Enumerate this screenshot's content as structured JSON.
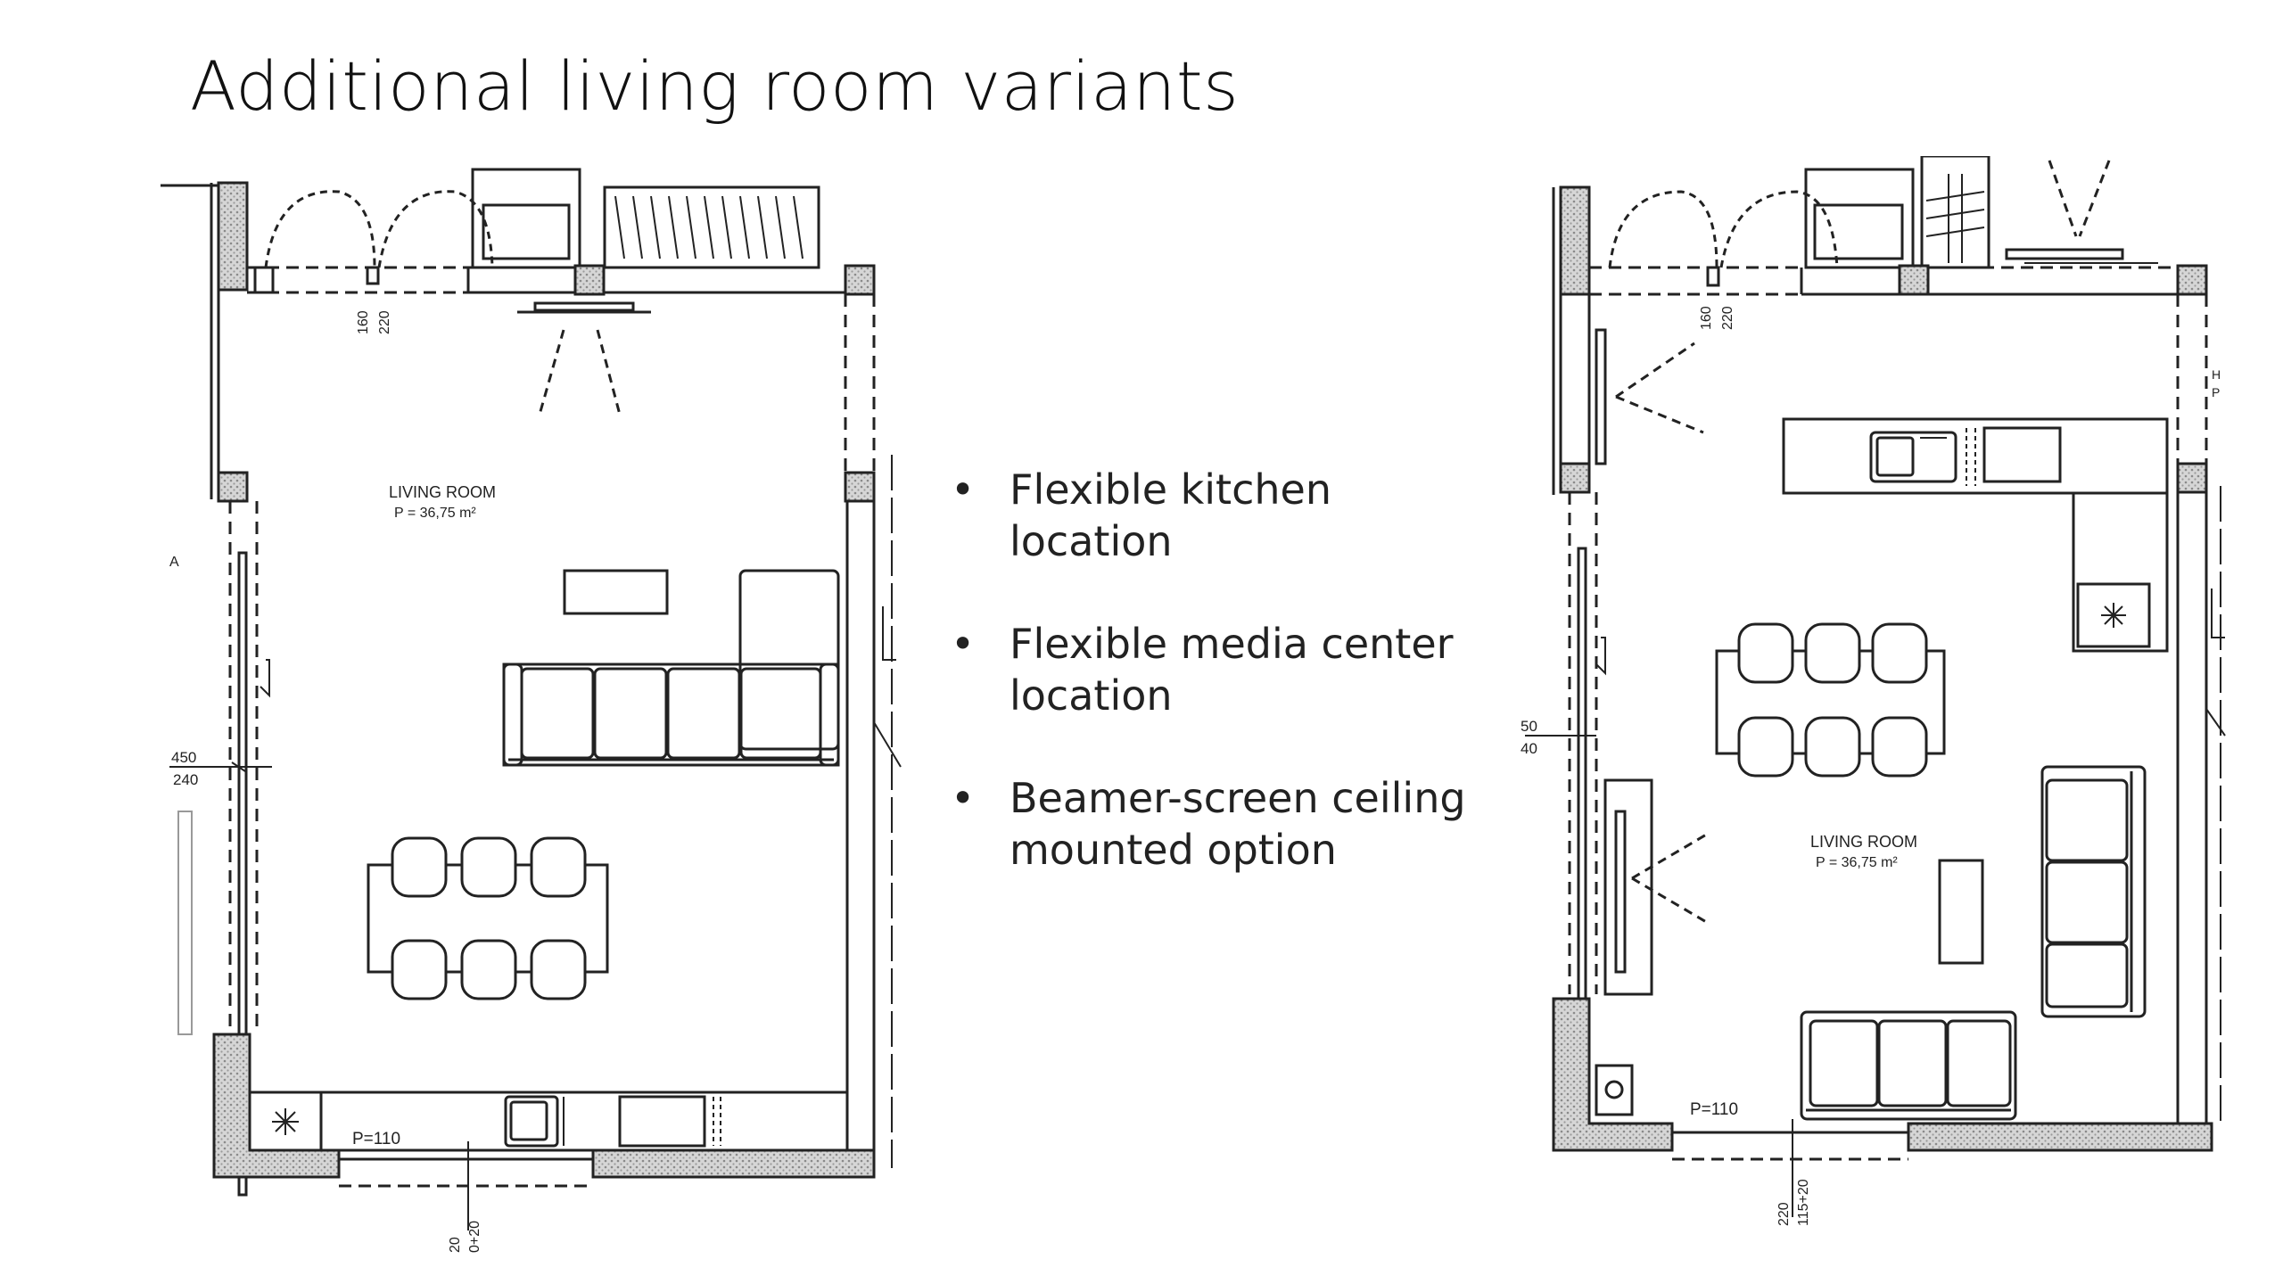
{
  "slide": {
    "title": "Additional living room variants"
  },
  "bullets": [
    {
      "text": "Flexible kitchen location"
    },
    {
      "text": "Flexible media center location"
    },
    {
      "text": "Beamer-screen ceiling mounted option"
    }
  ],
  "plan_left": {
    "room_label": "LIVING ROOM",
    "area_label": "P = 36,75 m²",
    "dim_1": "160",
    "dim_2": "220",
    "dim_3": "450",
    "dim_4": "240",
    "counter_label": "P=110",
    "bottom_dim": "20",
    "bottom_dim_2": "0+20",
    "side_mark": "A"
  },
  "plan_right": {
    "room_label": "LIVING ROOM",
    "area_label": "P = 36,75 m²",
    "dim_1": "160",
    "dim_2": "220",
    "dim_3": "50",
    "dim_4": "40",
    "counter_label": "P=110",
    "bottom_dim_1": "220",
    "bottom_dim_2": "115+20",
    "edge_mark_1": "H",
    "edge_mark_2": "P"
  },
  "colors": {
    "wall_hatch": "#bdbdbd",
    "line": "#222222"
  }
}
